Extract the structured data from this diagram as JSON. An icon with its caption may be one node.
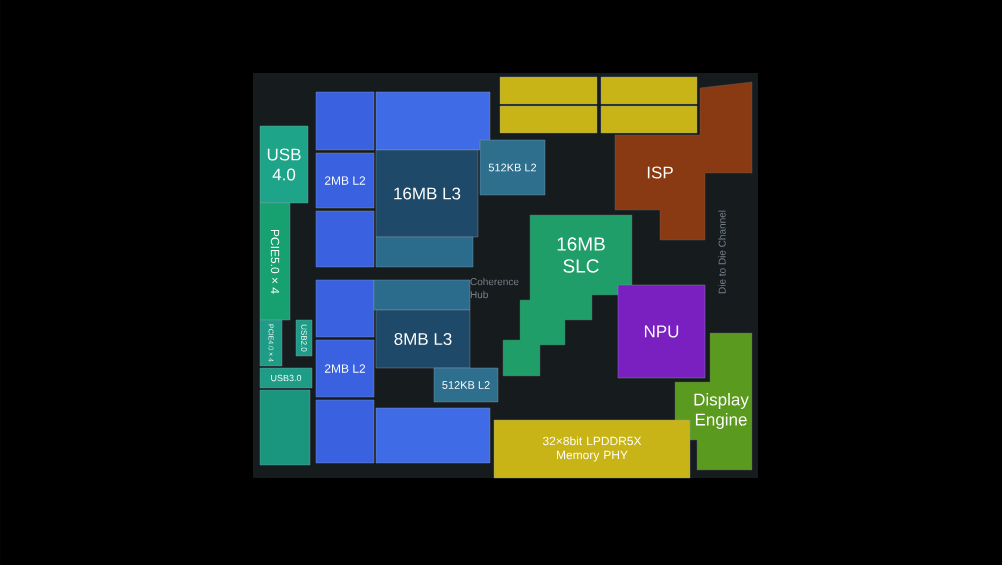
{
  "diagram": {
    "nodes": [
      {
        "text": [
          "USB 4.0"
        ]
      },
      {
        "text": [
          "PCIE5.0 × 4"
        ]
      },
      {
        "text": [
          "PCIE4.0 × 4"
        ]
      },
      {
        "text": [
          "USB2.0"
        ]
      },
      {
        "text": [
          "USB3.0"
        ]
      },
      {
        "text": [],
        "shape": "box"
      },
      {
        "text": [
          "2MB L2"
        ]
      },
      {
        "text": [],
        "shape": "box"
      },
      {
        "text": [],
        "shape": "box"
      },
      {
        "text": [
          "16MB L3"
        ]
      },
      {
        "text": [],
        "shape": "box"
      },
      {
        "text": [
          "512KB L2"
        ]
      },
      {
        "text": [],
        "shape": "box"
      },
      {
        "text": [
          "2MB L2"
        ]
      },
      {
        "text": [],
        "shape": "box"
      },
      {
        "text": [],
        "shape": "box"
      },
      {
        "text": [
          "8MB L3"
        ]
      },
      {
        "text": [
          "512KB L2"
        ]
      },
      {
        "text": [],
        "shape": "box"
      },
      {
        "text": [],
        "shape": "box"
      },
      {
        "text": [],
        "shape": "box"
      },
      {
        "text": [],
        "shape": "box"
      },
      {
        "text": [],
        "shape": "box"
      },
      {
        "text": [
          "ISP"
        ]
      },
      {
        "text": [
          "16MB SLC"
        ]
      },
      {
        "text": [
          "NPU"
        ]
      },
      {
        "text": [
          "Display Engine"
        ]
      },
      {
        "text": [
          "32×8bit LPDDR5X Memory PHY"
        ]
      },
      {
        "text": [],
        "shape": "box"
      }
    ],
    "labels": [
      "Coherence Hub",
      "Die to Die Channel"
    ]
  }
}
